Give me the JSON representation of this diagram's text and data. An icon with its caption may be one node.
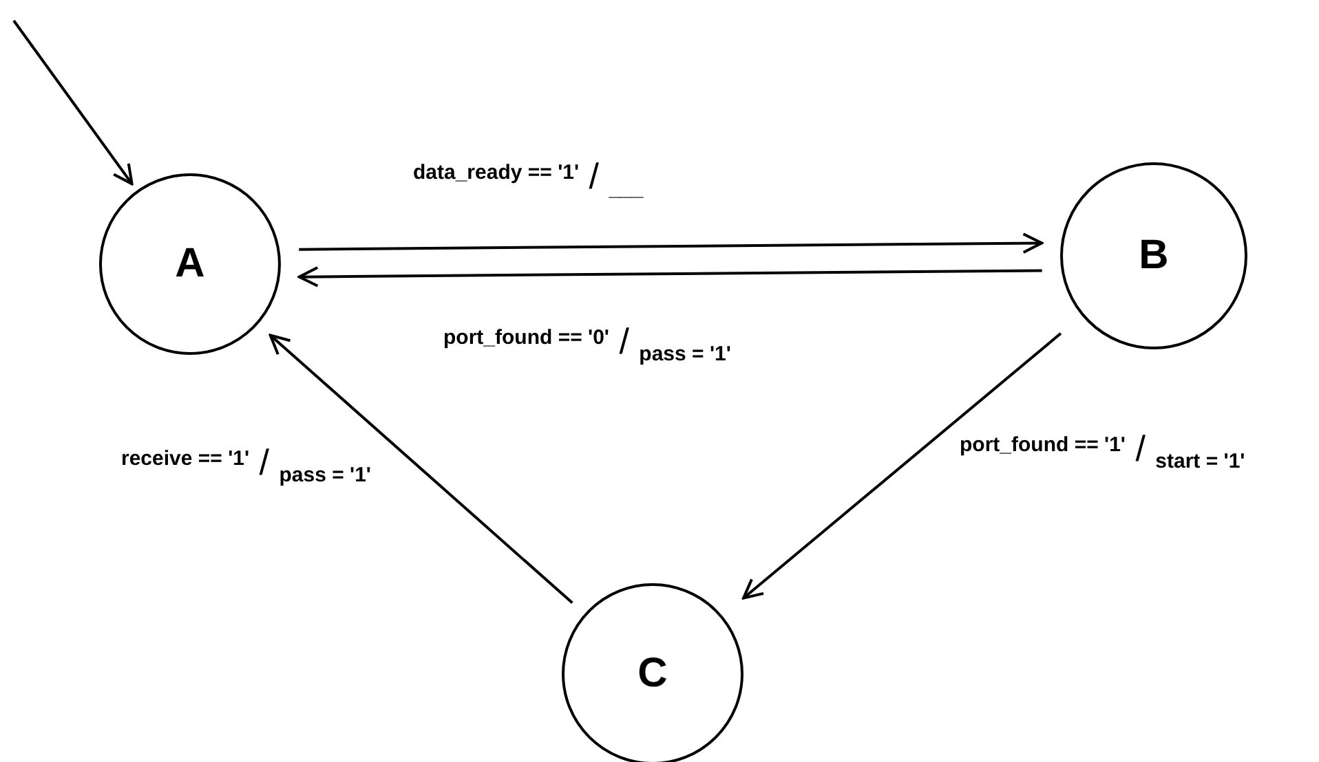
{
  "diagram": {
    "nodes": [
      {
        "text": [
          "A"
        ]
      },
      {
        "text": [
          "B"
        ]
      },
      {
        "text": [
          "C"
        ]
      }
    ],
    "edges": [
      {
        "from": null,
        "to": 0,
        "arrow": "to"
      },
      {
        "from": 0,
        "to": 1,
        "arrow": "to",
        "label": "data_ready == '1' / ___"
      },
      {
        "from": 1,
        "to": 0,
        "arrow": "to",
        "label": "port_found == '0' / pass = '1'"
      },
      {
        "from": 1,
        "to": 2,
        "arrow": "to",
        "label": "port_found == '1' / start = '1'"
      },
      {
        "from": 2,
        "to": 0,
        "arrow": "to",
        "label": "receive == '1' / pass = '1'"
      }
    ]
  }
}
